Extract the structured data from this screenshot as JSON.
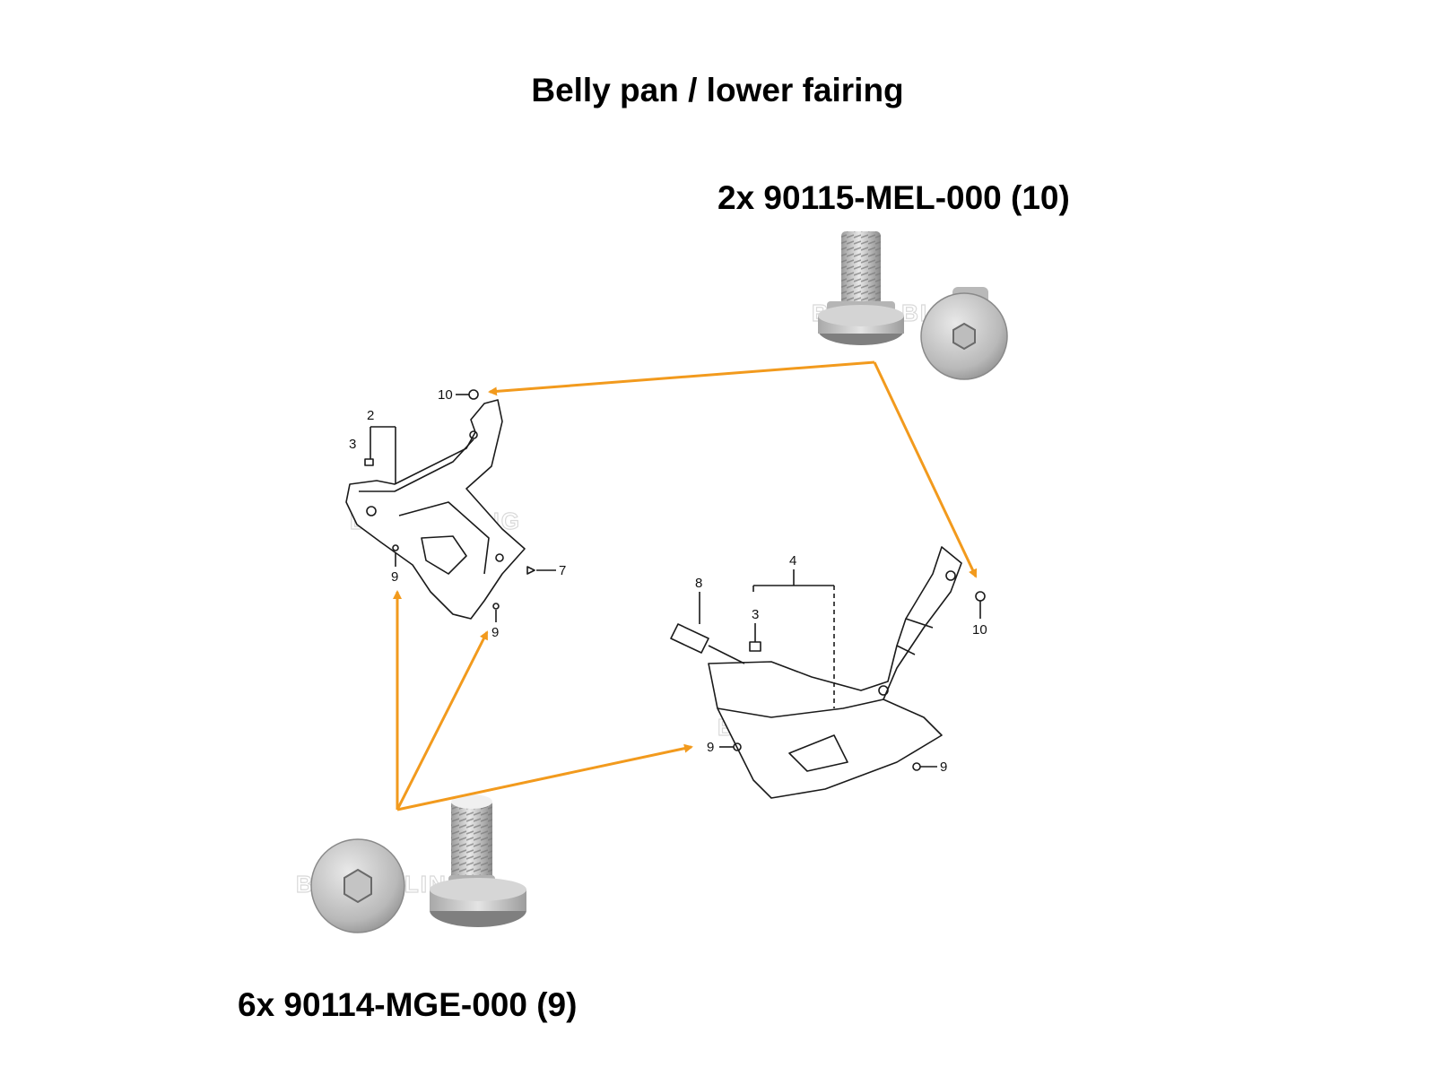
{
  "title": "Belly pan / lower fairing",
  "top_bolt": {
    "label": "2x 90115-MEL-000 (10)"
  },
  "bottom_bolt": {
    "label": "6x 90114-MGE-000 (9)"
  },
  "left_diagram": {
    "callouts": {
      "c2": "2",
      "c3": "3",
      "c7": "7",
      "c9a": "9",
      "c9b": "9",
      "c10": "10"
    }
  },
  "right_diagram": {
    "callouts": {
      "c3": "3",
      "c4": "4",
      "c8": "8",
      "c9a": "9",
      "c9b": "9",
      "c10": "10"
    }
  },
  "watermark": "BIKER BLING",
  "colors": {
    "arrow": "#f29a1d",
    "steel_light": "#e6e6e6",
    "steel_dark": "#8e8e8e",
    "line_art": "#1a1a1a"
  }
}
